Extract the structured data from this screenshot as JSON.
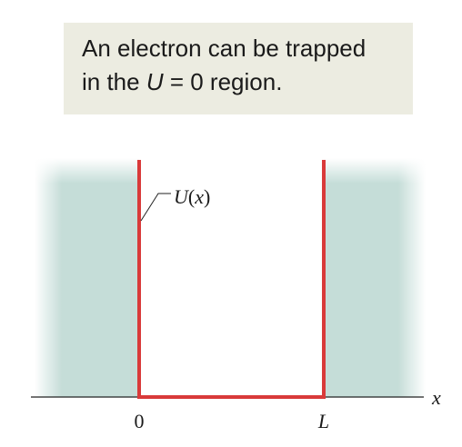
{
  "caption": {
    "line1": "An electron can be trapped",
    "line2_prefix": "in the ",
    "line2_var": "U",
    "line2_eq": " = 0 region."
  },
  "diagram": {
    "curve_label_fn": "U",
    "curve_label_arg": "x",
    "x_axis_label": "x",
    "tick_left": "0",
    "tick_right": "L",
    "colors": {
      "potential_line": "#d93a3a",
      "barrier_fill": "#c5ddd8",
      "axis": "#222222"
    }
  }
}
